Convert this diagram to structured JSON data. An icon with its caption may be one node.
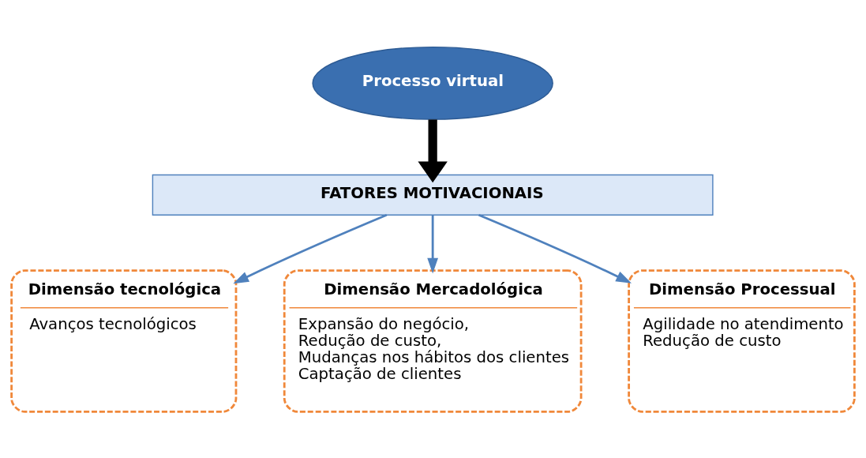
{
  "diagram": {
    "nodes": [
      {
        "text": [
          "Processo virtual"
        ]
      },
      {
        "text": [
          "FATORES MOTIVACIONAIS"
        ]
      },
      {
        "text": [
          "Dimensão tecnológica",
          "Avanços tecnológicos"
        ]
      },
      {
        "text": [
          "Dimensão Mercadológica",
          "Expansão do negócio,",
          "Redução de custo,",
          "Mudanças nos hábitos dos clientes",
          "Captação de clientes"
        ]
      },
      {
        "text": [
          "Dimensão Processual",
          "Agilidade no atendimento",
          "Redução de custo"
        ]
      }
    ],
    "edges": [
      {
        "from": 0,
        "to": 1,
        "arrow": "to",
        "style": "thick",
        "color": "#000000"
      },
      {
        "from": 1,
        "to": 2,
        "arrow": "to"
      },
      {
        "from": 1,
        "to": 3,
        "arrow": "to"
      },
      {
        "from": 1,
        "to": 4,
        "arrow": "to"
      }
    ]
  }
}
